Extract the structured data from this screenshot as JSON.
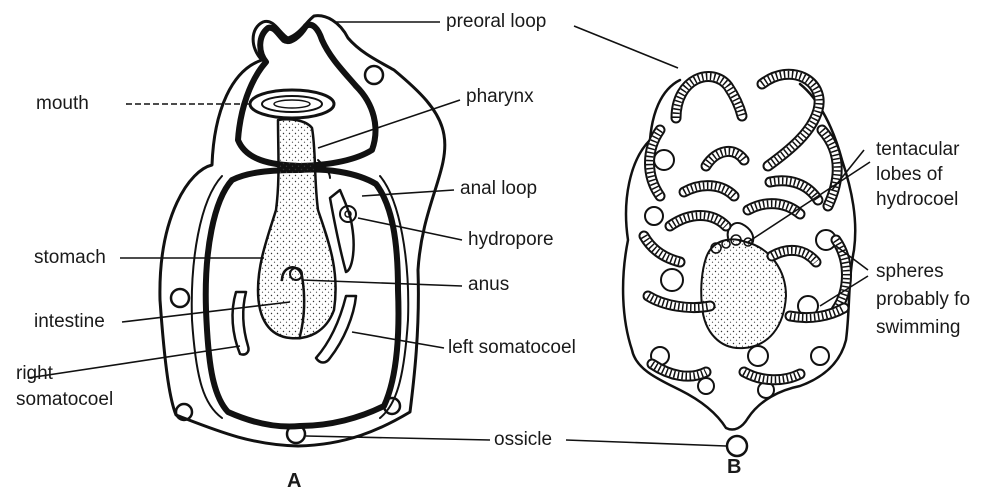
{
  "figure_a": {
    "caption": "A",
    "labels": {
      "preoral_loop": "preoral loop",
      "mouth": "mouth",
      "pharynx": "pharynx",
      "anal_loop": "anal loop",
      "hydropore": "hydropore",
      "stomach": "stomach",
      "anus": "anus",
      "intestine": "intestine",
      "left_somatocoel": "left somatocoel",
      "right_somatocoel_1": "right",
      "right_somatocoel_2": "somatocoel",
      "ossicle": "ossicle"
    }
  },
  "figure_b": {
    "caption": "B",
    "labels": {
      "tentacular_1": "tentacular",
      "tentacular_2": "lobes of",
      "tentacular_3": "hydrocoel",
      "spheres_1": "spheres",
      "spheres_2": "probably fo",
      "spheres_3": "swimming"
    }
  }
}
